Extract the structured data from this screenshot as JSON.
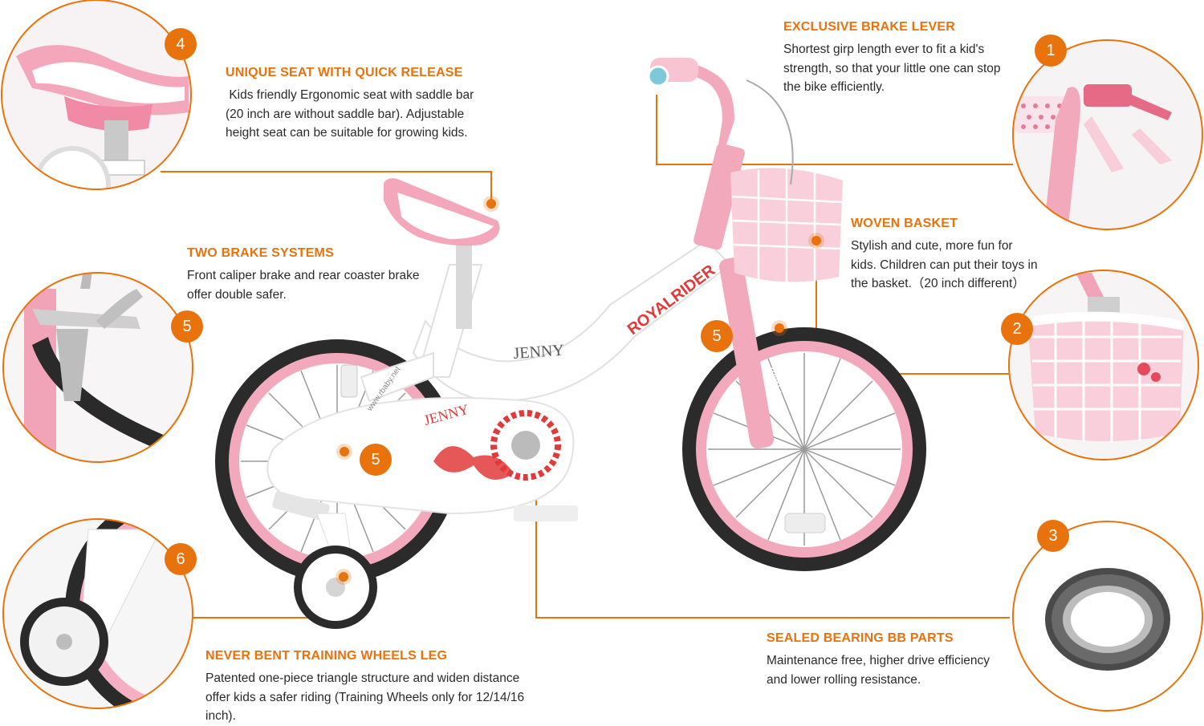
{
  "colors": {
    "accent": "#e8720c",
    "pink": "#f3a9bc",
    "text": "#2a2a2a"
  },
  "features": {
    "seat": {
      "badge": "4",
      "title": "UNIQUE SEAT WITH QUICK RELEASE",
      "body": " Kids friendly Ergonomic seat with saddle bar\n(20 inch are without saddle bar). Adjustable\nheight seat can be suitable for growing kids."
    },
    "brake_lever": {
      "badge": "1",
      "title": "EXCLUSIVE BRAKE LEVER",
      "body": "Shortest girp length ever to fit a kid's\nstrength, so that your little one can stop\nthe bike efficiently."
    },
    "brakes": {
      "badge": "5",
      "title": "TWO BRAKE SYSTEMS",
      "body": "Front caliper brake and rear coaster brake\noffer double safer."
    },
    "basket": {
      "badge": "2",
      "title": "WOVEN BASKET",
      "body": "Stylish and cute, more fun for\nkids. Children can put their toys in\nthe basket.（20 inch different）"
    },
    "training_wheels": {
      "badge": "6",
      "title": "NEVER BENT TRAINING WHEELS LEG",
      "body": "Patented one-piece triangle structure and widen distance\noffer kids a safer riding (Training Wheels only for 12/14/16\ninch)."
    },
    "bearing": {
      "badge": "3",
      "title": "SEALED BEARING BB PARTS",
      "body": "Maintenance free, higher drive efficiency\nand lower rolling resistance."
    }
  },
  "bike": {
    "brand_text": "ROYALRIDER",
    "model_text": "JENNY",
    "fork_text": "royalrider",
    "url_text": "www.rbaby.net",
    "inline_badges": [
      "5",
      "5"
    ]
  }
}
